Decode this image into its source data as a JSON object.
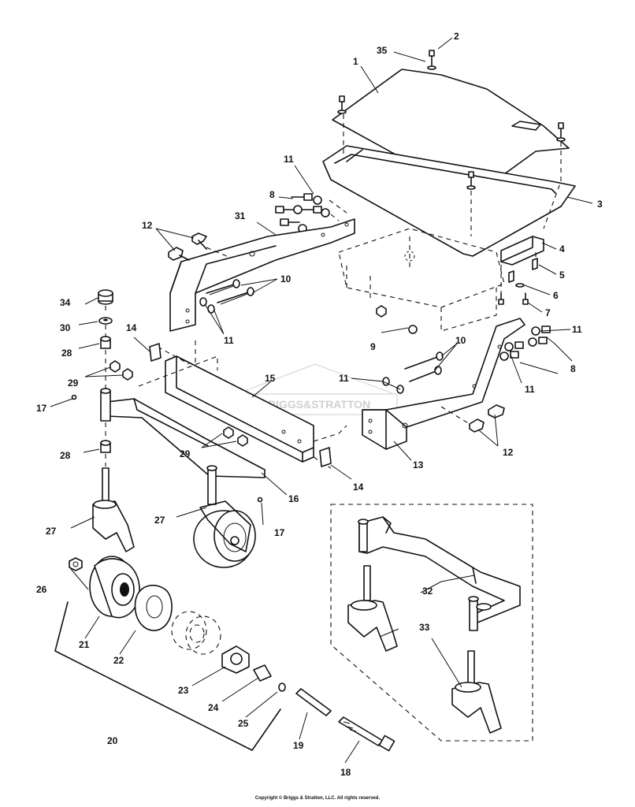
{
  "callouts": [
    {
      "id": "1",
      "text": "1"
    },
    {
      "id": "2",
      "text": "2"
    },
    {
      "id": "3",
      "text": "3"
    },
    {
      "id": "4",
      "text": "4"
    },
    {
      "id": "5",
      "text": "5"
    },
    {
      "id": "6",
      "text": "6"
    },
    {
      "id": "7",
      "text": "7"
    },
    {
      "id": "8a",
      "text": "8"
    },
    {
      "id": "8b",
      "text": "8"
    },
    {
      "id": "9",
      "text": "9"
    },
    {
      "id": "10a",
      "text": "10"
    },
    {
      "id": "10b",
      "text": "10"
    },
    {
      "id": "11a",
      "text": "11"
    },
    {
      "id": "11b",
      "text": "11"
    },
    {
      "id": "11c",
      "text": "11"
    },
    {
      "id": "11d",
      "text": "11"
    },
    {
      "id": "11e",
      "text": "11"
    },
    {
      "id": "12a",
      "text": "12"
    },
    {
      "id": "12b",
      "text": "12"
    },
    {
      "id": "13",
      "text": "13"
    },
    {
      "id": "14a",
      "text": "14"
    },
    {
      "id": "14b",
      "text": "14"
    },
    {
      "id": "15",
      "text": "15"
    },
    {
      "id": "16",
      "text": "16"
    },
    {
      "id": "17a",
      "text": "17"
    },
    {
      "id": "17b",
      "text": "17"
    },
    {
      "id": "18",
      "text": "18"
    },
    {
      "id": "19",
      "text": "19"
    },
    {
      "id": "20",
      "text": "20"
    },
    {
      "id": "21",
      "text": "21"
    },
    {
      "id": "22",
      "text": "22"
    },
    {
      "id": "23",
      "text": "23"
    },
    {
      "id": "24",
      "text": "24"
    },
    {
      "id": "25",
      "text": "25"
    },
    {
      "id": "26",
      "text": "26"
    },
    {
      "id": "27a",
      "text": "27"
    },
    {
      "id": "27b",
      "text": "27"
    },
    {
      "id": "28a",
      "text": "28"
    },
    {
      "id": "28b",
      "text": "28"
    },
    {
      "id": "29a",
      "text": "29"
    },
    {
      "id": "29b",
      "text": "29"
    },
    {
      "id": "30",
      "text": "30"
    },
    {
      "id": "31",
      "text": "31"
    },
    {
      "id": "32",
      "text": "32"
    },
    {
      "id": "33",
      "text": "33"
    },
    {
      "id": "34",
      "text": "34"
    },
    {
      "id": "35",
      "text": "35"
    }
  ],
  "watermark": {
    "text": "BRIGGS&STRATTON"
  },
  "copyright": "Copyright © Briggs & Stratton, LLC. All rights reserved."
}
